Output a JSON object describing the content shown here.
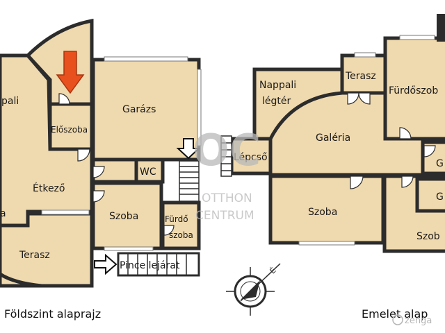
{
  "ground_floor": {
    "title": "Földszint alaprajz",
    "rooms": {
      "nappali": "pali",
      "eloszoba": "Előszoba",
      "etkezo": "Étkező",
      "nappali2": "a",
      "terasz": "Terasz",
      "garazs": "Garázs",
      "wc": "WC",
      "szoba": "Szoba",
      "furdo_1": "Fürdő",
      "furdo_2": "szoba",
      "pince": "Pince lejárat"
    }
  },
  "upper_floor": {
    "title": "Emelet alap",
    "rooms": {
      "nappali_legter_1": "Nappali",
      "nappali_legter_2": "légtér",
      "terasz": "Terasz",
      "furdoszoba": "Fürdőszob",
      "galeria": "Galéria",
      "lepcso": "Lépcső",
      "szoba": "Szoba",
      "szoba2": "Szob",
      "g1": "G",
      "g2": "G"
    }
  },
  "watermark": {
    "letters": "OC",
    "line1": "OTTHON",
    "line2": "CENTRUM"
  },
  "zenga": "zenga",
  "colors": {
    "room_fill": "#efd9ae",
    "wall": "#2c2c2c",
    "marker_arrow": "#e8501e"
  }
}
